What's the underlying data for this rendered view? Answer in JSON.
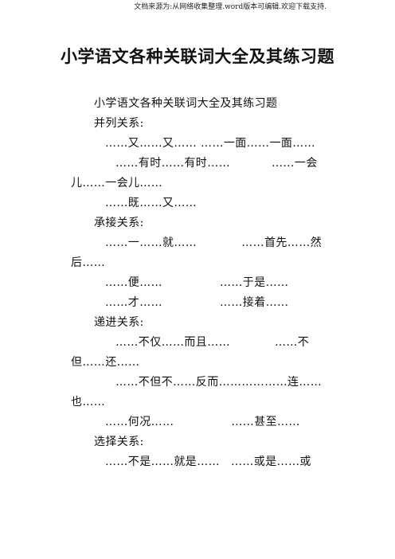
{
  "header": {
    "source_note": "文档来源为:从网络收集整理.word版本可编辑.欢迎下载支持."
  },
  "document": {
    "title": "小学语文各种关联词大全及其练习题",
    "subtitle": "小学语文各种关联词大全及其练习题",
    "sections": [
      {
        "heading": "并列关系:",
        "lines": [
          "……又……又……  ……一面……一面……",
          "……有时……有时……",
          "……一会",
          "儿……一会儿……",
          "……既……又……"
        ]
      },
      {
        "heading": "承接关系:",
        "lines": [
          "……一……就……",
          "……首先……然",
          "后……",
          "……便……",
          "……于是……",
          "……才……",
          "……接着……"
        ]
      },
      {
        "heading": "递进关系:",
        "lines": [
          "……不仅……而且……",
          "……不",
          "但……还……",
          "……不但不……反而………………连……",
          "也……",
          "……何况……",
          "……甚至……"
        ]
      },
      {
        "heading": "选择关系:",
        "lines": [
          "……不是……就是……",
          "……或是……或"
        ]
      }
    ]
  }
}
